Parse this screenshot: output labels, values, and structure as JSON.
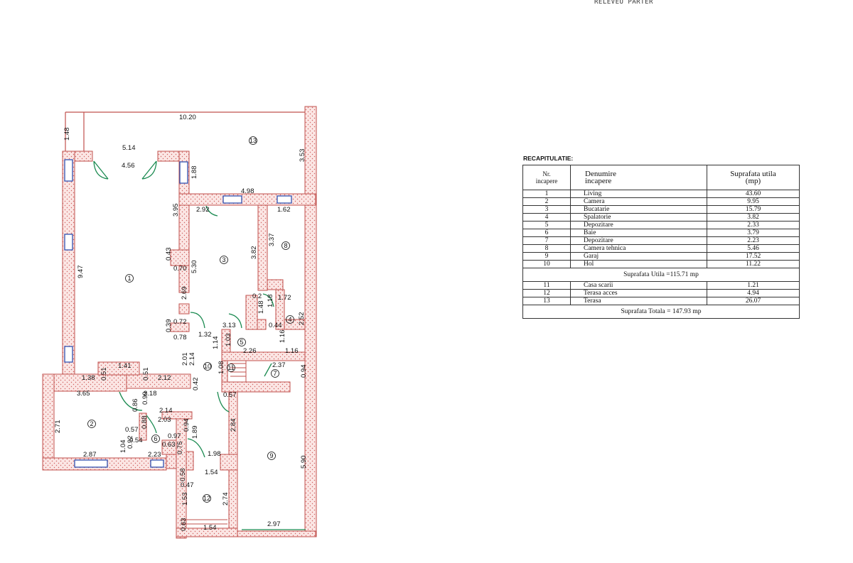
{
  "title": "RELEVEU PARTER",
  "recap": {
    "title": "RECAPITULATIE:",
    "header": {
      "nr": "Nr.",
      "nr_sub": "incapere",
      "name": "Denumire",
      "name_sub": "incapere",
      "area": "Suprafata utila",
      "area_sub": "(mp)"
    },
    "rooms": [
      {
        "nr": "1",
        "name": "Living",
        "area": "43.60"
      },
      {
        "nr": "2",
        "name": "Camera",
        "area": "9.95"
      },
      {
        "nr": "3",
        "name": "Bucatarie",
        "area": "15.79"
      },
      {
        "nr": "4",
        "name": "Spalatorie",
        "area": "3.82"
      },
      {
        "nr": "5",
        "name": "Depozitare",
        "area": "2.33"
      },
      {
        "nr": "6",
        "name": "Baie",
        "area": "3.79"
      },
      {
        "nr": "7",
        "name": "Depozitare",
        "area": "2.23"
      },
      {
        "nr": "8",
        "name": "Camera tehnica",
        "area": "5.46"
      },
      {
        "nr": "9",
        "name": "Garaj",
        "area": "17.52"
      },
      {
        "nr": "10",
        "name": "Hol",
        "area": "11.22"
      }
    ],
    "subtotal": "Suprafata Utila =115.71 mp",
    "extras": [
      {
        "nr": "11",
        "name": "Casa scarii",
        "area": "1.21"
      },
      {
        "nr": "12",
        "name": "Terasa acces",
        "area": "4.94"
      },
      {
        "nr": "13",
        "name": "Terasa",
        "area": "26.07"
      }
    ],
    "total": "Suprafata Totala = 147.93 mp"
  },
  "plan": {
    "colors": {
      "wall": "#c0504d",
      "window": "#3050b0",
      "door": "#1a8a50"
    },
    "room_numbers": [
      "1",
      "2",
      "3",
      "4",
      "5",
      "6",
      "7",
      "8",
      "9",
      "10",
      "11",
      "12",
      "13"
    ],
    "dims": {
      "d1020": "10.20",
      "d148": "1.48",
      "d514": "5.14",
      "d456": "4.56",
      "d353": "3.53",
      "d188": "1.88",
      "d498": "4.98",
      "d395": "3.95",
      "d292": "2.92",
      "d162": "1.62",
      "d947": "9.47",
      "d043": "0.43",
      "d070": "0.70",
      "d530": "5.30",
      "d382": "3.82",
      "d337": "3.37",
      "d269": "2.69",
      "d02": "0.2",
      "d118": "1.18",
      "d172": "1.72",
      "d148b": "1.48",
      "d039": "0.39",
      "d072": "0.72",
      "d313": "3.13",
      "d044": "0.44",
      "d252": "2.52",
      "d078": "0.78",
      "d132": "1.32",
      "d114": "1.14",
      "d103": "1.03",
      "d116": "1.16",
      "d226": "2.26",
      "d116b": "1.16",
      "d201": "2.01",
      "d214": "2.14",
      "d141": "1.41",
      "d138": "1.38",
      "d051": "0.51",
      "d051b": "0.51",
      "d212": "2.12",
      "d108": "1.08",
      "d237": "2.37",
      "d094": "0.94",
      "d365": "3.65",
      "d218": "2.18",
      "d042": "0.42",
      "d057": "0.57",
      "d086": "0.86",
      "d099": "0.99",
      "d214b": "2.14",
      "d271": "2.71",
      "d057b": "0.57",
      "d088": "0.88",
      "d203": "2.03",
      "d097": "0.97",
      "d094b": "0.94",
      "d284": "2.84",
      "d092": "0.92",
      "d054": "0.54",
      "d104": "1.04",
      "d063": "0.63",
      "d189": "1.89",
      "d075": "0.75",
      "d287": "2.87",
      "d223": "2.23",
      "d198": "1.98",
      "d154": "1.54",
      "d058": "0.58",
      "d590": "5.90",
      "d047": "0.47",
      "d153": "1.53",
      "d274": "2.74",
      "d063b": "0.63",
      "d154b": "1.54",
      "d297": "2.97"
    }
  }
}
